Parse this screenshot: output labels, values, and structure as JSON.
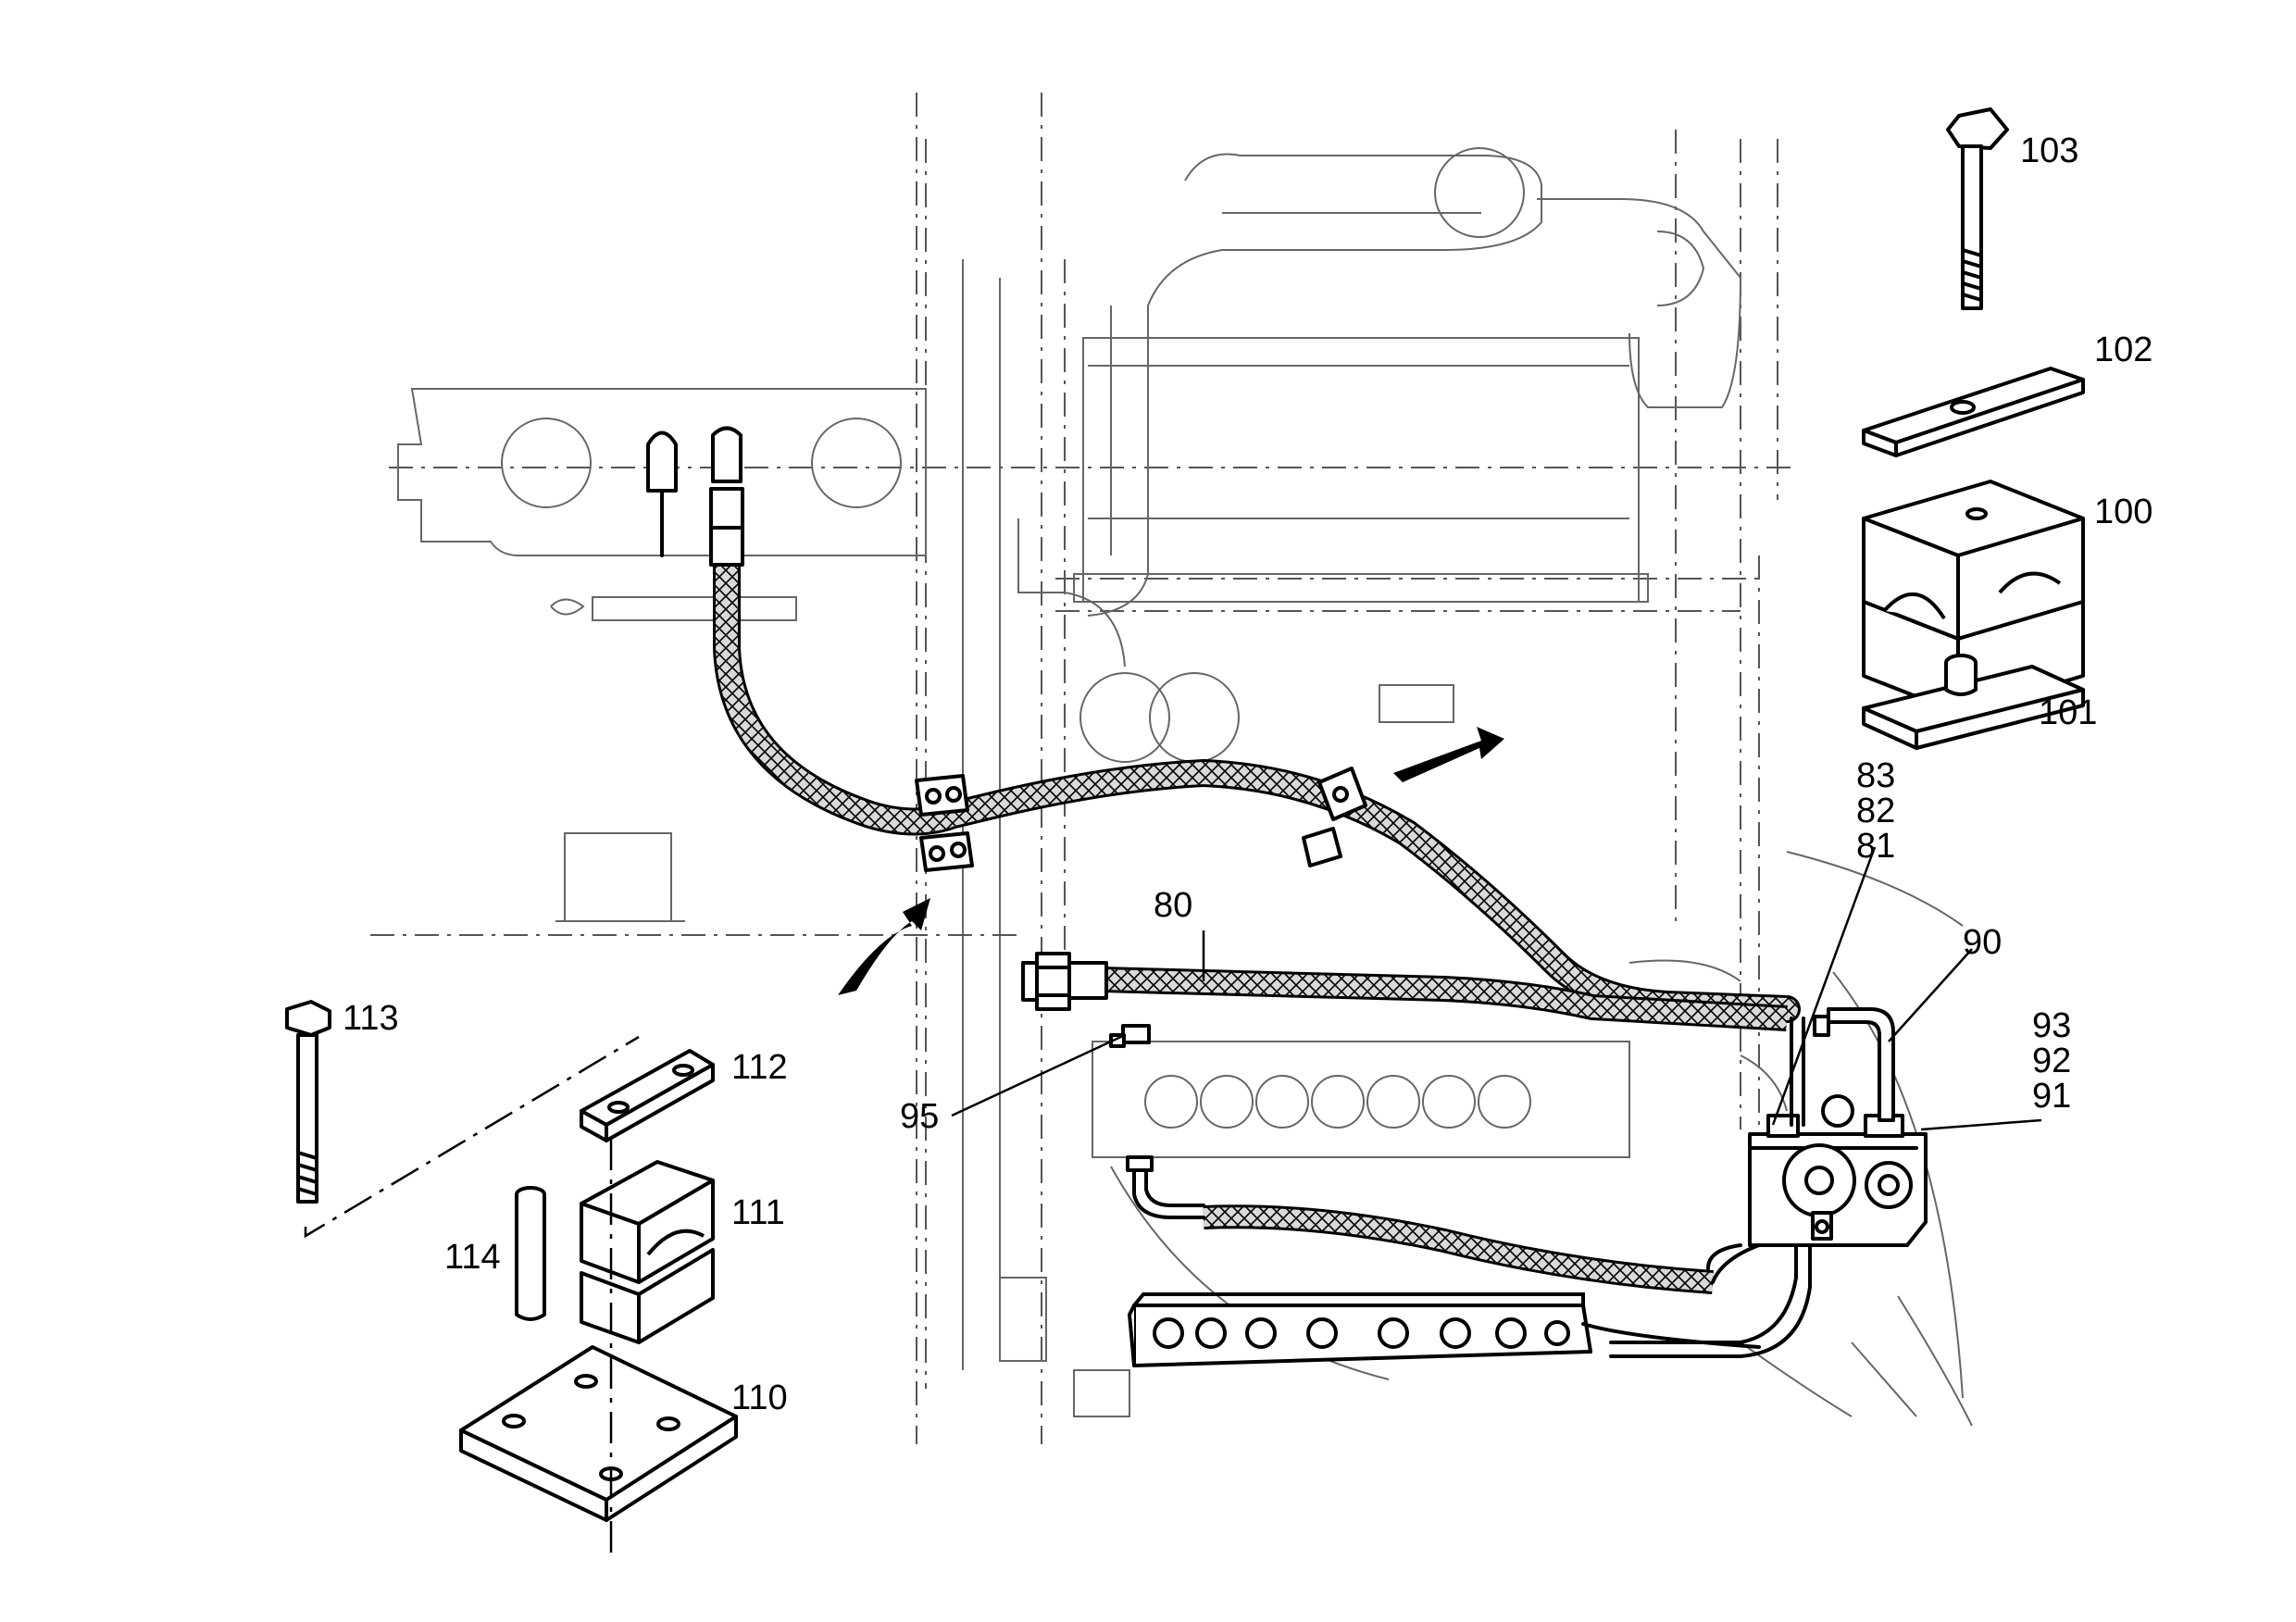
{
  "diagram": {
    "callouts": {
      "c80": "80",
      "c81": "81",
      "c82": "82",
      "c83": "83",
      "c90": "90",
      "c91": "91",
      "c92": "92",
      "c93": "93",
      "c95": "95",
      "c100": "100",
      "c101": "101",
      "c102": "102",
      "c103": "103",
      "c110": "110",
      "c111": "111",
      "c112": "112",
      "c113": "113",
      "c114": "114"
    },
    "colors": {
      "line": "#000000",
      "phantom": "#555555",
      "hose_fill": "#d9d9d9",
      "background": "#ffffff"
    },
    "icons": [
      "direction-arrow",
      "direction-arrow"
    ]
  }
}
